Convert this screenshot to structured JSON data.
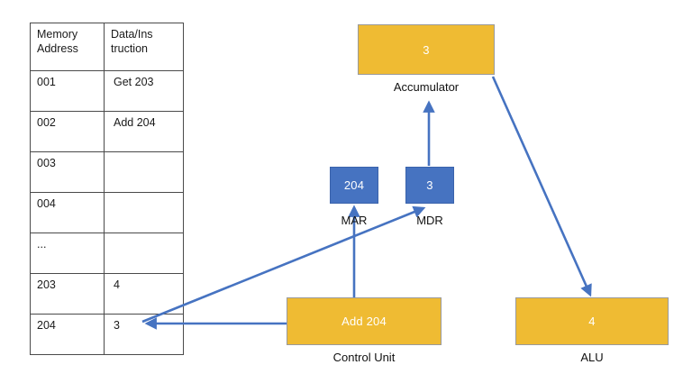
{
  "diagram": {
    "title": "CPU fetch-execute cycle with memory table",
    "colors": {
      "gold": "#EFBB33",
      "blue": "#4673C1",
      "arrow": "#4673C1",
      "table_border": "#4a4a4a",
      "text_dark": "#111111",
      "text_light": "#ffffff"
    }
  },
  "memory_table": {
    "headers": [
      "Memory Address",
      "Data/Instruction"
    ],
    "header_cells": [
      {
        "line1": "Memory",
        "line2": "Address"
      },
      {
        "line1": "Data/Ins",
        "line2": "truction"
      }
    ],
    "rows": [
      {
        "address": "001",
        "data": "Get 203"
      },
      {
        "address": "002",
        "data": "Add 204"
      },
      {
        "address": "003",
        "data": ""
      },
      {
        "address": "004",
        "data": ""
      },
      {
        "address": "...",
        "data": ""
      },
      {
        "address": "203",
        "data": "4"
      },
      {
        "address": "204",
        "data": "3"
      }
    ]
  },
  "components": {
    "accumulator": {
      "value": "3",
      "label": "Accumulator"
    },
    "mar": {
      "value": "204",
      "label": "MAR"
    },
    "mdr": {
      "value": "3",
      "label": "MDR"
    },
    "control_unit": {
      "value": "Add 204",
      "label": "Control Unit"
    },
    "alu": {
      "value": "4",
      "label": "ALU"
    }
  },
  "arrows": [
    {
      "name": "control-unit-to-memory",
      "from": "Control Unit",
      "to": "Memory table",
      "direction": "left"
    },
    {
      "name": "control-unit-to-mar",
      "from": "Control Unit",
      "to": "MAR",
      "direction": "up"
    },
    {
      "name": "memory-to-mdr",
      "from": "Memory table",
      "to": "MDR",
      "direction": "up-right"
    },
    {
      "name": "mdr-to-accumulator",
      "from": "MDR",
      "to": "Accumulator",
      "direction": "up"
    },
    {
      "name": "accumulator-to-alu",
      "from": "Accumulator",
      "to": "ALU",
      "direction": "down-right"
    }
  ]
}
